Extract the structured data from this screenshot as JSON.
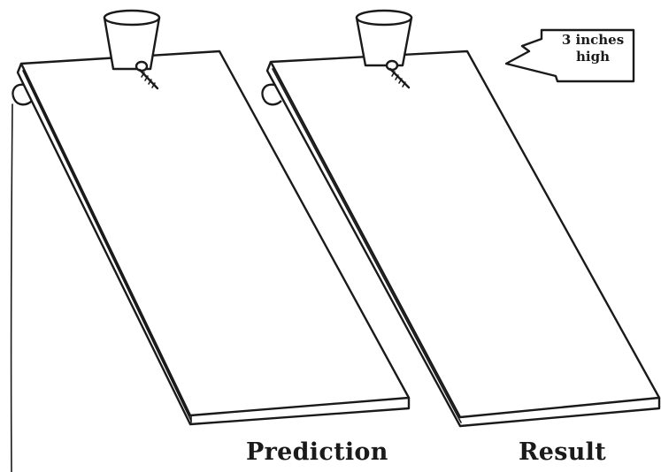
{
  "captions": {
    "prediction": "Prediction",
    "result": "Result"
  },
  "callout": {
    "line1": "3 inches",
    "line2": "high"
  },
  "colors": {
    "ink": "#1a1a1a",
    "paper": "#ffffff"
  }
}
